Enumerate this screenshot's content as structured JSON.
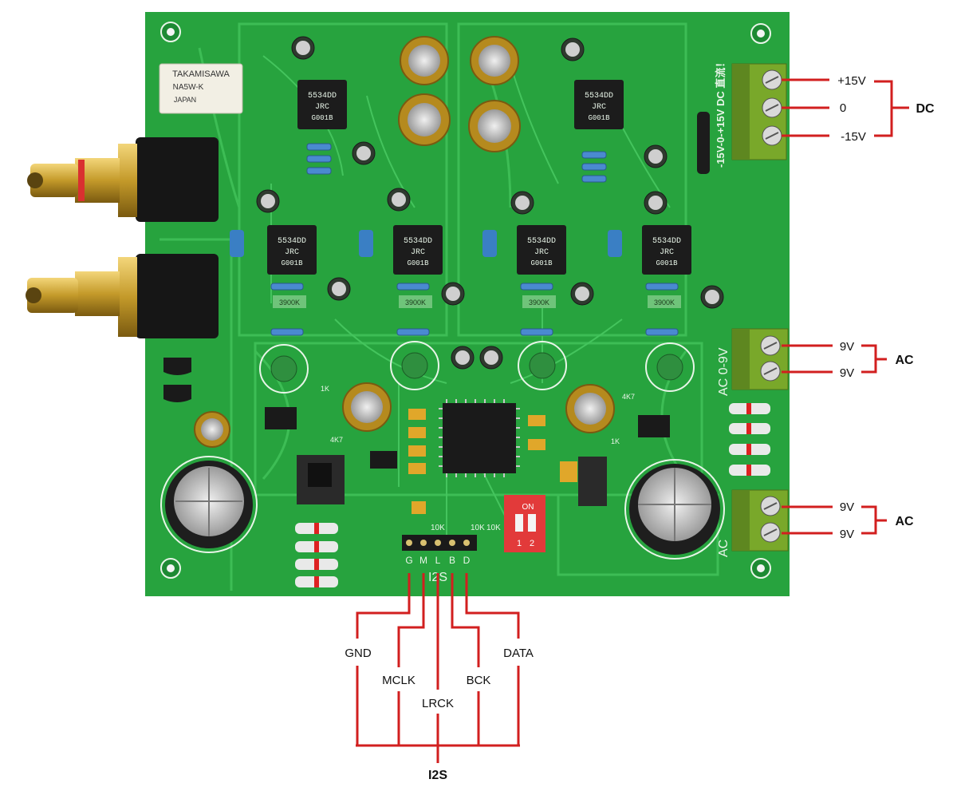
{
  "colors": {
    "wire": "#d21f1f",
    "board": "#27a33e",
    "board_dark": "#1d8a33",
    "trace": "#3dbd55",
    "terminal": "#79a82a",
    "gold": "#c9a02a",
    "cap_blue": "#3a7fc4"
  },
  "board": {
    "relay": {
      "brand": "TAKAMISAWA",
      "model": "NA5W-K",
      "origin": "JAPAN"
    },
    "opamp_marking": "5534DD",
    "opamp_brand": "JRC",
    "opamp_code": "G001B",
    "resistor_marking": "3900K",
    "silk_dc": "-15V-0-+15V DC 直流！",
    "silk_ac": "AC 0-9V",
    "silk_ac2": "AC",
    "silk_i2s": "I2S",
    "header_letters": [
      "G",
      "M",
      "L",
      "B",
      "D"
    ],
    "resistor_labels": [
      "1K",
      "4K7",
      "4K7",
      "1K",
      "10K",
      "10K",
      "10K"
    ],
    "dip_switch": {
      "label": "ON",
      "positions": [
        "1",
        "2"
      ]
    }
  },
  "labels": {
    "dc": {
      "lines": [
        "+15V",
        "0",
        "-15V"
      ],
      "group": "DC"
    },
    "ac1": {
      "lines": [
        "9V",
        "9V"
      ],
      "group": "AC"
    },
    "ac2": {
      "lines": [
        "9V",
        "9V"
      ],
      "group": "AC"
    },
    "i2s": {
      "pins": [
        "GND",
        "MCLK",
        "LRCK",
        "BCK",
        "DATA"
      ],
      "group": "I2S"
    }
  },
  "icons": [
    "rca-jack-icon",
    "screw-terminal-icon",
    "opamp-chip-icon",
    "capacitor-icon",
    "relay-icon",
    "dip-switch-icon"
  ]
}
